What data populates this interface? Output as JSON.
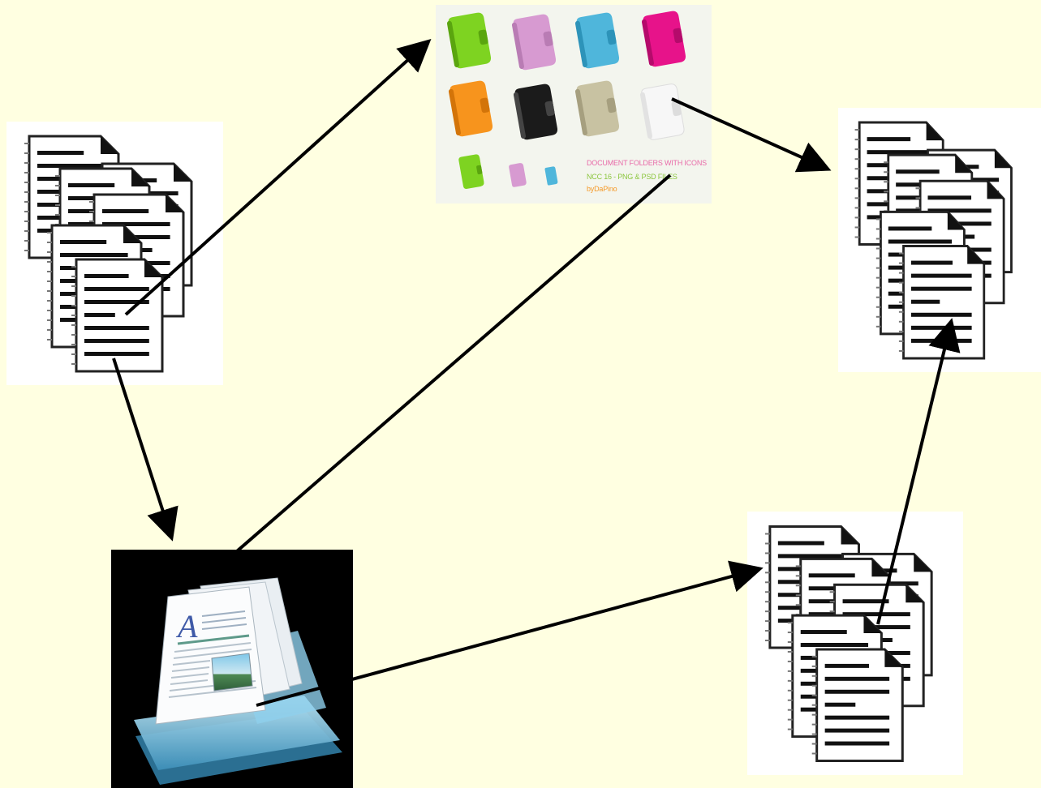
{
  "folders_image": {
    "caption_line1": "DOCUMENT FOLDERS WITH ICONS",
    "caption_line2": "NCC 16 - PNG & PSD FILES",
    "caption_line3": "byDaPino"
  },
  "colors": {
    "background": "#ffffe1",
    "arrow": "#000000",
    "folder_green": "#7ed321",
    "folder_pink": "#d79ad1",
    "folder_cyan": "#4fb6db",
    "folder_magenta": "#e7138a",
    "folder_orange": "#f7941d",
    "folder_black": "#1b1b1b",
    "folder_khaki": "#c8c2a2",
    "folder_white": "#f2f2f2"
  },
  "icons": [
    "document-stack-icon",
    "folder-collection-icon",
    "document-stack-icon",
    "document-stack-icon",
    "word-processor-app-icon"
  ]
}
